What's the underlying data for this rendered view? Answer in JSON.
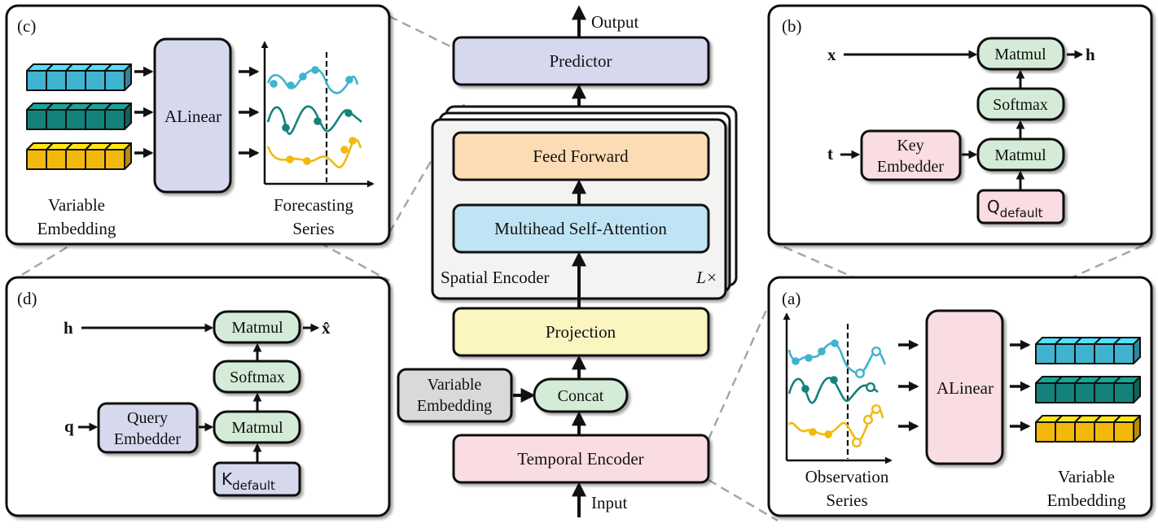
{
  "main": {
    "output": "Output",
    "predictor": "Predictor",
    "feed_forward": "Feed Forward",
    "attention": "Multihead Self-Attention",
    "spatial_encoder": "Spatial Encoder",
    "layers": "L×",
    "projection": "Projection",
    "variable_embedding_1": "Variable",
    "variable_embedding_2": "Embedding",
    "concat": "Concat",
    "temporal_encoder": "Temporal Encoder",
    "input": "Input"
  },
  "panel_a": {
    "label": "(a)",
    "alinear": "ALinear",
    "observation_1": "Observation",
    "observation_2": "Series",
    "embedding_1": "Variable",
    "embedding_2": "Embedding"
  },
  "panel_b": {
    "label": "(b)",
    "x": "x",
    "h": "h",
    "t": "t",
    "matmul_top": "Matmul",
    "softmax": "Softmax",
    "matmul_bottom": "Matmul",
    "key_embedder_1": "Key",
    "key_embedder_2": "Embedder",
    "q_default": "Q",
    "q_default_sub": "default"
  },
  "panel_c": {
    "label": "(c)",
    "alinear": "ALinear",
    "embedding_1": "Variable",
    "embedding_2": "Embedding",
    "forecast_1": "Forecasting",
    "forecast_2": "Series"
  },
  "panel_d": {
    "label": "(d)",
    "h": "h",
    "x_hat": "x̂",
    "q": "q",
    "matmul_top": "Matmul",
    "softmax": "Softmax",
    "matmul_bottom": "Matmul",
    "query_embedder_1": "Query",
    "query_embedder_2": "Embedder",
    "k_default": "K",
    "k_default_sub": "default"
  },
  "colors": {
    "cyan": "#3fb3cf",
    "teal": "#14827a",
    "gold": "#f2b90c",
    "predictor": "#d6d9ee",
    "feed_forward": "#fcdcb4",
    "attention": "#bfe4f4",
    "projection": "#fbf6c0",
    "temporal": "#fadde2",
    "green": "#d4ecd7",
    "gray": "#d9d9d9"
  }
}
